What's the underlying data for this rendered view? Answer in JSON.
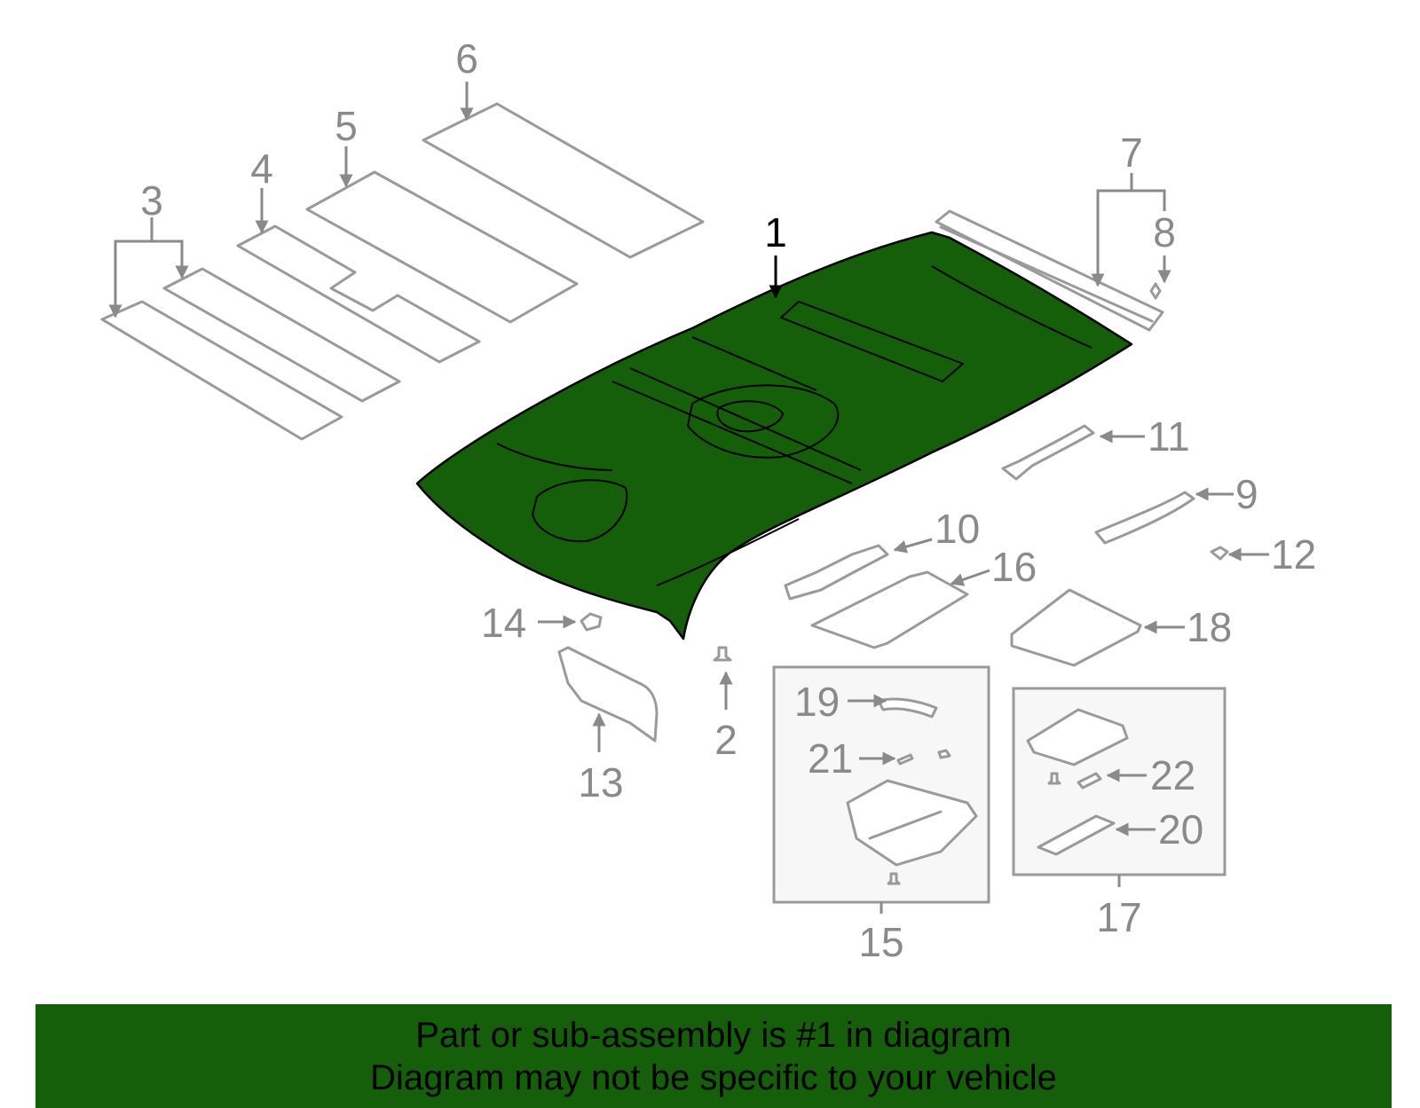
{
  "colors": {
    "highlight": "#155f0a",
    "outline": "#9a9a9a",
    "callout_text": "#8a8a8a",
    "banner_background": "#155f0a",
    "banner_text": "#000000"
  },
  "callouts": {
    "c1": "1",
    "c2": "2",
    "c3": "3",
    "c4": "4",
    "c5": "5",
    "c6": "6",
    "c7": "7",
    "c8": "8",
    "c9": "9",
    "c10": "10",
    "c11": "11",
    "c12": "12",
    "c13": "13",
    "c14": "14",
    "c15": "15",
    "c16": "16",
    "c17": "17",
    "c18": "18",
    "c19": "19",
    "c20": "20",
    "c21": "21",
    "c22": "22"
  },
  "banner": {
    "line1": "Part or sub-assembly is #1 in diagram",
    "line2": "Diagram may not be specific to your vehicle"
  }
}
